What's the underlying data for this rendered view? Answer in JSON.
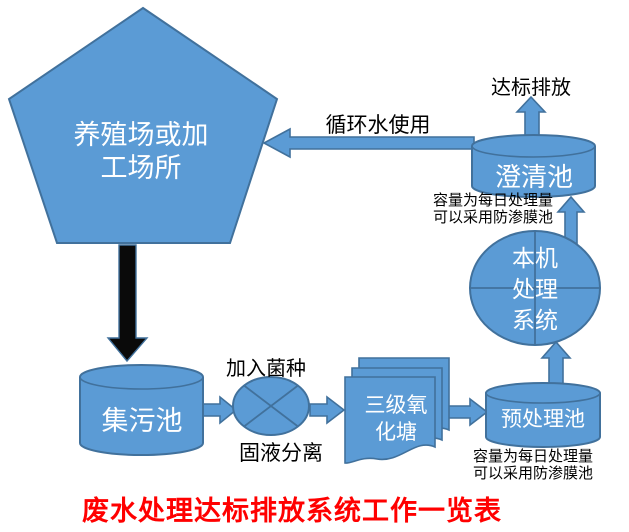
{
  "title": "废水处理达标排放系统工作一览表",
  "colors": {
    "shape_fill": "#5B9BD5",
    "shape_border": "#41719C",
    "black_arrow": "#0a0a0a",
    "shape_text": "#ffffff",
    "label_text": "#000000",
    "title_text": "#FF0000"
  },
  "nodes": {
    "farm": {
      "label": "养殖场或加工场所",
      "lines": [
        "养殖场或加",
        "工场所"
      ],
      "shape": "pentagon"
    },
    "collection_pool": {
      "label": "集污池",
      "shape": "cylinder"
    },
    "separator": {
      "label_top": "加入菌种",
      "label_bottom": "固液分离",
      "shape": "crossed-circle"
    },
    "oxidation_pond": {
      "label": "三级氧化塘",
      "lines": [
        "三级氧",
        "化塘"
      ],
      "shape": "multidocument"
    },
    "pretreatment_pool": {
      "label": "预处理池",
      "shape": "cylinder",
      "note_lines": [
        "容量为每日处理量",
        "可以采用防渗膜池"
      ]
    },
    "processing_system": {
      "label": "本机处理系统",
      "lines": [
        "本机",
        "处理",
        "系统"
      ],
      "shape": "crosshair-circle"
    },
    "clarification_pool": {
      "label": "澄清池",
      "shape": "cylinder",
      "note_lines": [
        "容量为每日处理量",
        "可以采用防渗膜池"
      ]
    }
  },
  "flow_labels": {
    "recycled_water": "循环水使用",
    "discharge": "达标排放"
  }
}
